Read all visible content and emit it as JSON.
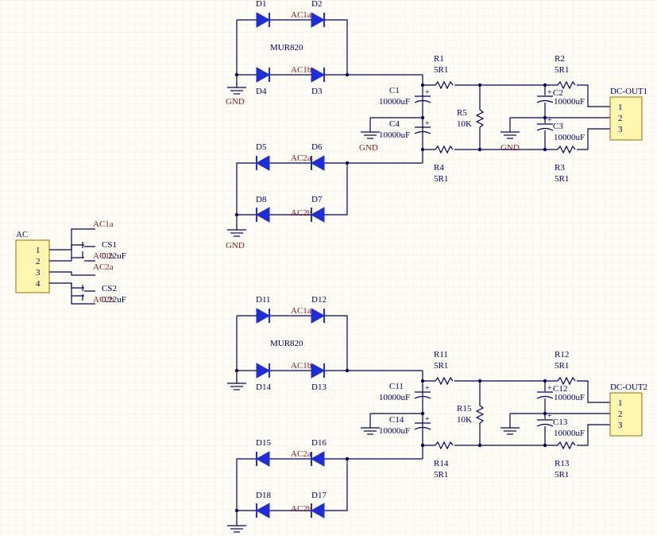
{
  "colors": {
    "background": "#fdfcf5",
    "grid": "#e9e6d6",
    "wire": "#00006e",
    "diode": "#1f2dd8",
    "net_label": "#8b1a1a",
    "connector_fill": "#fff7b0"
  },
  "ac_connector": {
    "name": "AC",
    "pins": [
      "1",
      "2",
      "3",
      "4"
    ]
  },
  "ac_caps": [
    {
      "net_top": "AC1a",
      "ref": "CS1",
      "value": "0.22uF",
      "net_bottom": "AC1b"
    },
    {
      "net_top": "AC2a",
      "ref": "CS2",
      "value": "0.22uF",
      "net_bottom": "AC2b"
    }
  ],
  "sections": [
    {
      "bridge_part": "MUR820",
      "diodes": [
        "D1",
        "D2",
        "D4",
        "D3",
        "D5",
        "D6",
        "D8",
        "D7"
      ],
      "nets": [
        "AC1a",
        "AC1b",
        "AC2a",
        "AC2b"
      ],
      "gnd": "GND",
      "caps": [
        {
          "ref": "C1",
          "value": "10000uF"
        },
        {
          "ref": "C4",
          "value": "10000uF"
        },
        {
          "ref": "C2",
          "value": "10000uF"
        },
        {
          "ref": "C3",
          "value": "10000uF"
        }
      ],
      "resistors": [
        {
          "ref": "R1",
          "value": "5R1"
        },
        {
          "ref": "R4",
          "value": "5R1"
        },
        {
          "ref": "R5",
          "value": "10K"
        },
        {
          "ref": "R2",
          "value": "5R1"
        },
        {
          "ref": "R3",
          "value": "5R1"
        }
      ],
      "out": {
        "name": "DC-OUT1",
        "pins": [
          "1",
          "2",
          "3"
        ]
      }
    },
    {
      "bridge_part": "MUR820",
      "diodes": [
        "D11",
        "D12",
        "D14",
        "D13",
        "D15",
        "D16",
        "D18",
        "D17"
      ],
      "nets": [
        "AC1a",
        "AC1b",
        "AC2a",
        "AC2b"
      ],
      "gnd": "",
      "caps": [
        {
          "ref": "C11",
          "value": "10000uF"
        },
        {
          "ref": "C14",
          "value": "10000uF"
        },
        {
          "ref": "C12",
          "value": "10000uF"
        },
        {
          "ref": "C13",
          "value": "10000uF"
        }
      ],
      "resistors": [
        {
          "ref": "R11",
          "value": "5R1"
        },
        {
          "ref": "R14",
          "value": "5R1"
        },
        {
          "ref": "R15",
          "value": "10K"
        },
        {
          "ref": "R12",
          "value": "5R1"
        },
        {
          "ref": "R13",
          "value": "5R1"
        }
      ],
      "out": {
        "name": "DC-OUT2",
        "pins": [
          "1",
          "2",
          "3"
        ]
      }
    }
  ]
}
